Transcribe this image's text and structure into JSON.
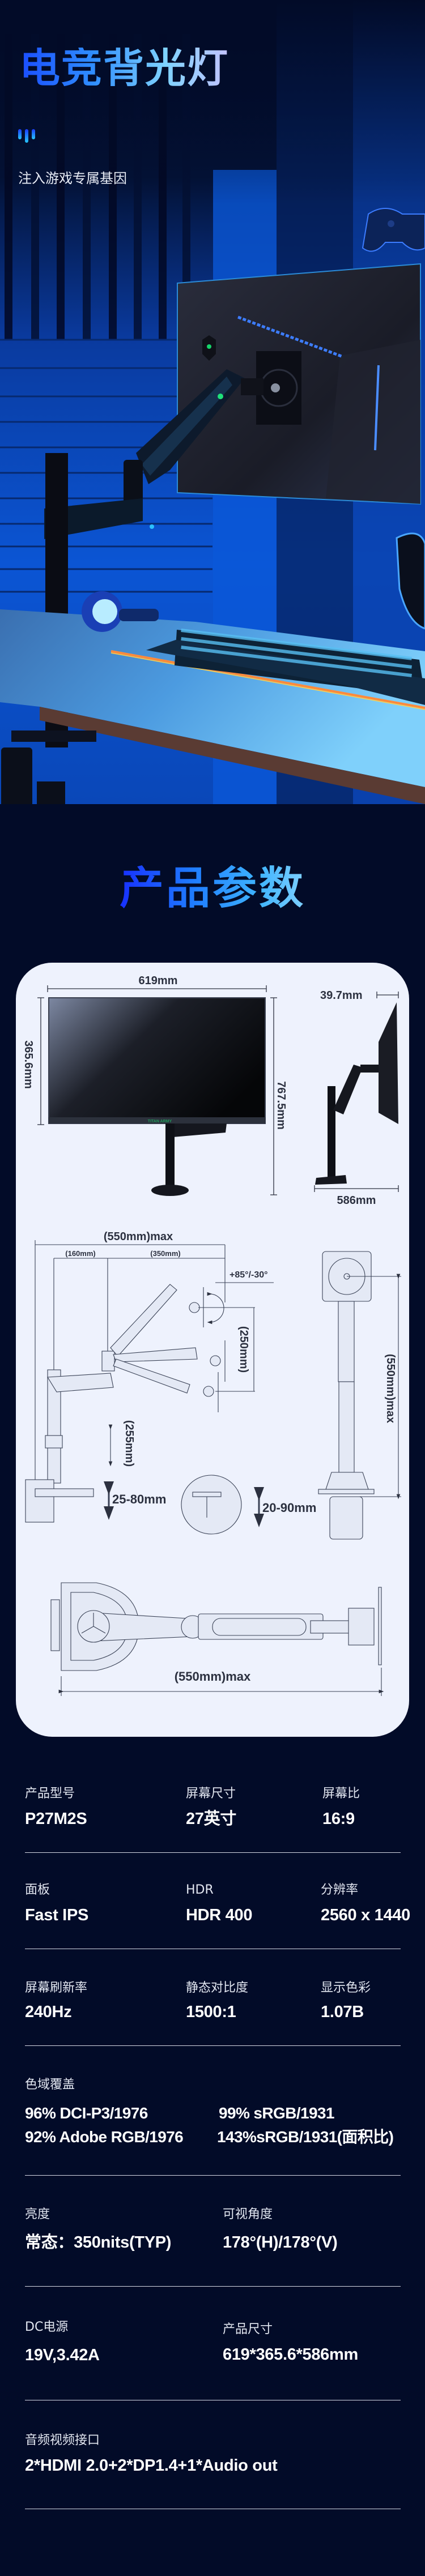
{
  "hero": {
    "title": "电竞背光灯",
    "subtitle": "注入游戏专属基因",
    "accent_gradient": [
      "#1a4dff",
      "#7fd2ff",
      "#c3c2ff"
    ]
  },
  "section_title": "产品参数",
  "diagram": {
    "width": "619mm",
    "screen_height": "365.6mm",
    "total_height": "767.5mm",
    "depth": "39.7mm",
    "base_depth": "586mm",
    "brand": "TITAN ARMY",
    "reach_max": "(550mm)max",
    "segment_1": "(160mm)",
    "segment_2": "(350mm)",
    "tilt": "+85°/-30°",
    "lift": "(250mm)",
    "pole_adjust": "(255mm)",
    "clamp_range": "25-80mm",
    "grommet_range": "20-90mm",
    "height_max": "(550mm)max",
    "top_reach_max": "(550mm)max"
  },
  "specs": {
    "row1": [
      {
        "label": "产品型号",
        "value": "P27M2S"
      },
      {
        "label": "屏幕尺寸",
        "value": "27英寸"
      },
      {
        "label": "屏幕比",
        "value": "16:9"
      }
    ],
    "row2": [
      {
        "label": "面板",
        "value": "Fast IPS"
      },
      {
        "label": "HDR",
        "value": "HDR 400"
      },
      {
        "label": "分辨率",
        "value": "2560 x 1440"
      }
    ],
    "row3": [
      {
        "label": "屏幕刷新率",
        "value": "240Hz"
      },
      {
        "label": "静态对比度",
        "value": "1500:1"
      },
      {
        "label": "显示色彩",
        "value": "1.07B"
      }
    ],
    "gamut": {
      "label": "色域覆盖",
      "values": [
        "96% DCI-P3/1976",
        "99% sRGB/1931",
        "92% Adobe RGB/1976",
        "143%sRGB/1931(面积比)"
      ]
    },
    "brightness": {
      "label": "亮度",
      "value": "常态：350nits(TYP)"
    },
    "viewing_angle": {
      "label": "可视角度",
      "value": "178°(H)/178°(V)"
    },
    "power": {
      "label": "DC电源",
      "value": "19V,3.42A"
    },
    "dimensions": {
      "label": "产品尺寸",
      "value": "619*365.6*586mm"
    },
    "ports": {
      "label": "音频视频接口",
      "value": "2*HDMI 2.0+2*DP1.4+1*Audio out"
    }
  }
}
